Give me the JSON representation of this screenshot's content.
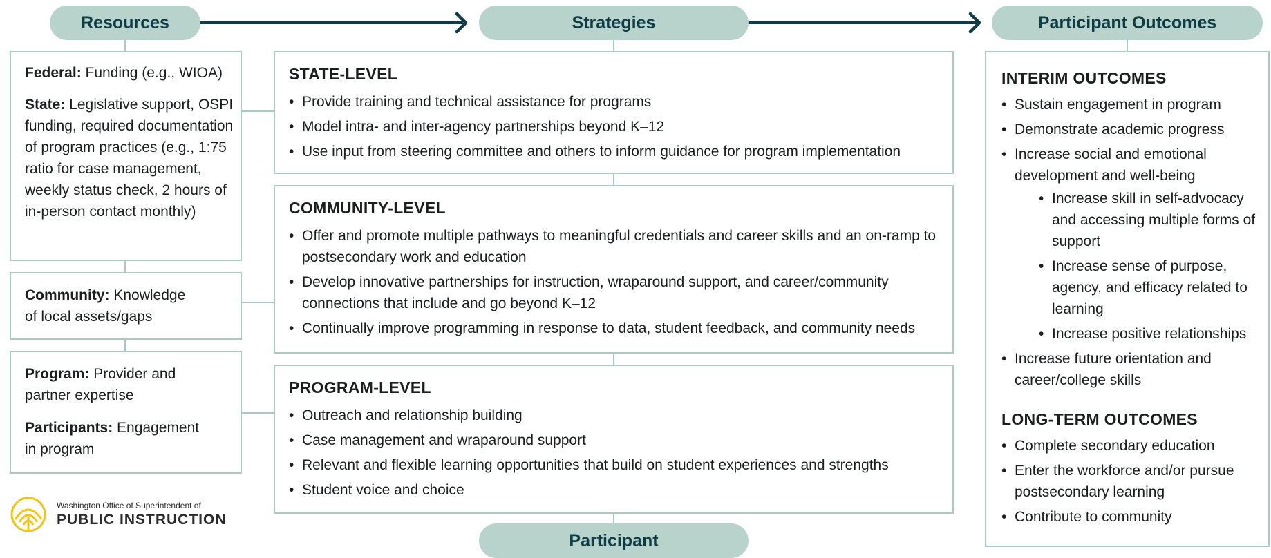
{
  "headers": {
    "resources": "Resources",
    "strategies": "Strategies",
    "outcomes": "Participant Outcomes",
    "participant": "Participant"
  },
  "resources": {
    "federal": {
      "label": "Federal:",
      "text": " Funding (e.g., WIOA)"
    },
    "state": {
      "label": "State:",
      "text": " Legislative support, OSPI funding, required documentation of program practices (e.g., 1:75 ratio for case management, weekly status check, 2 hours of in-person contact monthly)"
    },
    "community": {
      "label": "Community:",
      "text": " Knowledge of local assets/gaps"
    },
    "program": {
      "label": "Program:",
      "text": " Provider and partner expertise"
    },
    "participants": {
      "label": "Participants:",
      "text": " Engagement in program"
    }
  },
  "strategies": {
    "state": {
      "title": "STATE-LEVEL",
      "items": [
        "Provide training and technical assistance for programs",
        "Model intra- and inter-agency partnerships beyond K–12",
        "Use input from steering committee and others to inform guidance for program implementation"
      ]
    },
    "community": {
      "title": "COMMUNITY-LEVEL",
      "items": [
        "Offer and promote multiple pathways to meaningful credentials and career skills and an on-ramp to postsecondary work and education",
        "Develop innovative partnerships for instruction, wraparound support, and career/community connections that include and go beyond K–12",
        "Continually improve programming in response to data, student feedback, and community needs"
      ]
    },
    "program": {
      "title": "PROGRAM-LEVEL",
      "items": [
        "Outreach and relationship building",
        "Case management and wraparound support",
        "Relevant and flexible learning opportunities that build on student experiences and strengths",
        "Student voice and choice"
      ]
    }
  },
  "outcomes": {
    "interim_title": "INTERIM OUTCOMES",
    "interim": [
      "Sustain engagement in program",
      "Demonstrate academic progress",
      "Increase social and emotional development and well-being",
      "Increase future orientation and career/college skills"
    ],
    "interim_sub": [
      "Increase skill in self-advocacy and accessing multiple forms of support",
      "Increase sense of purpose, agency, and efficacy related to learning",
      "Increase positive relationships"
    ],
    "longterm_title": "LONG-TERM OUTCOMES",
    "longterm": [
      "Complete secondary education",
      "Enter the workforce and/or pursue postsecondary learning",
      "Contribute to community"
    ]
  },
  "logo": {
    "line1": "Washington Office of Superintendent of",
    "line2": "PUBLIC INSTRUCTION"
  },
  "colors": {
    "pill": "#b7d3cb",
    "border": "#a9cbc1",
    "arrow": "#0f3c45",
    "logo_gold": "#f3c316"
  }
}
